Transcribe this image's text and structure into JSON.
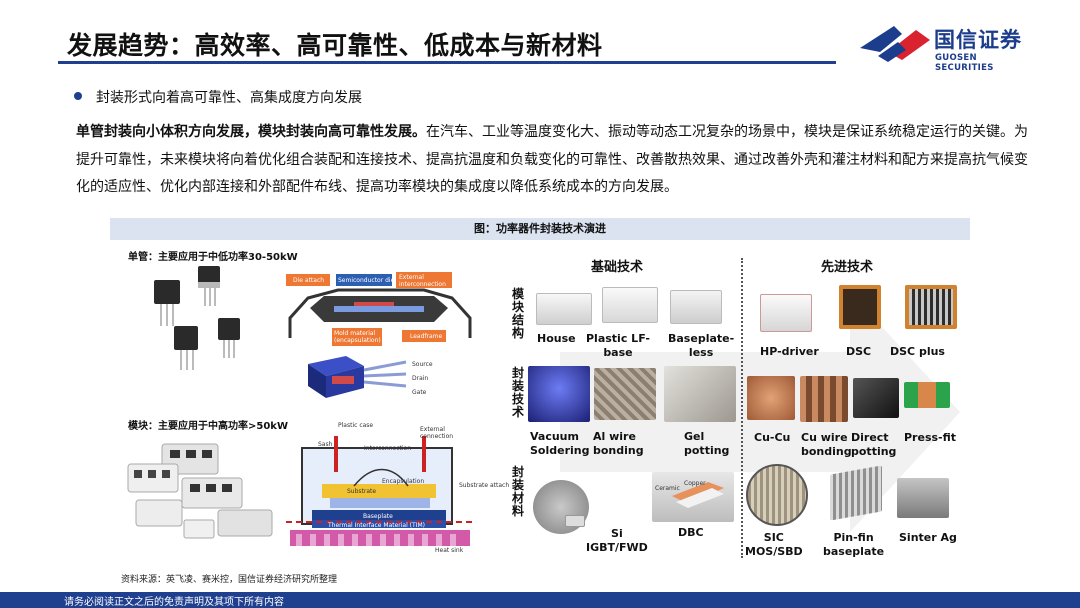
{
  "header": {
    "title": "发展趋势：高效率、高可靠性、低成本与新材料",
    "logo_cn": "国信证券",
    "logo_en": "GUOSEN SECURITIES"
  },
  "bullet": "封装形式向着高可靠性、高集成度方向发展",
  "paragraph": {
    "lead": "单管封装向小体积方向发展，模块封装向高可靠性发展。",
    "body": "在汽车、工业等温度变化大、振动等动态工况复杂的场景中，模块是保证系统稳定运行的关键。为提升可靠性，未来模块将向着优化组合装配和连接技术、提高抗温度和负载变化的可靠性、改善散热效果、通过改善外壳和灌注材料和配方来提高抗气候变化的适应性、优化内部连接和外部配件布线、提高功率模块的集成度以降低系统成本的方向发展。"
  },
  "figure": {
    "caption": "图：功率器件封装技术演进",
    "single_tube_label": "单管：主要应用于中低功率30-50kW",
    "module_label": "模块：主要应用于中高功率>50kW",
    "to_diagram": {
      "die_attach": "Die attach",
      "semiconductor_die": "Semiconductor die",
      "external_interconnection": "External interconnection",
      "mold_material": "Mold material (encapsulation)",
      "leadframe": "Leadframe",
      "source": "Source",
      "drain": "Drain",
      "gate": "Gate"
    },
    "module_diagram": {
      "plastic_case": "Plastic case",
      "external_connection": "External connection",
      "sash": "Sash",
      "interconnection": "Interconnection",
      "encapsulation": "Encapsulation",
      "substrate_attach": "Substrate attach",
      "substrate": "Substrate",
      "baseplate": "Baseplate",
      "tim": "Thermal Interface Material (TIM)",
      "heat_sink": "Heat sink"
    },
    "basic_tech": "基础技术",
    "advanced_tech": "先进技术",
    "row_module_structure": "模块结构",
    "row_packaging_tech": "封装技术",
    "row_packaging_material": "封装材料",
    "structure_basic": [
      "House",
      "Plastic LF-\nbase",
      "Baseplate-\nless"
    ],
    "structure_advanced": [
      "HP-driver",
      "DSC",
      "DSC plus"
    ],
    "tech_basic": [
      "Vacuum\nSoldering",
      "Al wire\nbonding",
      "Gel\npotting"
    ],
    "tech_advanced": [
      "Cu-Cu",
      "Cu wire\nbonding",
      "Direct\npotting",
      "Press-fit"
    ],
    "material_basic": [
      "Si\nIGBT/FWD",
      "DBC"
    ],
    "material_advanced": [
      "SIC\nMOS/SBD",
      "Pin-fin\nbaseplate",
      "Sinter Ag"
    ],
    "dbc_labels": {
      "ceramic": "Ceramic",
      "copper": "Copper"
    }
  },
  "source": "资料来源：英飞凌、赛米控，国信证券经济研究所整理",
  "footer": "请务必阅读正文之后的免责声明及其项下所有内容",
  "colors": {
    "brand_blue": "#1f3f8f",
    "brand_red": "#d9232e",
    "figure_header_bg": "#dbe3f1"
  }
}
